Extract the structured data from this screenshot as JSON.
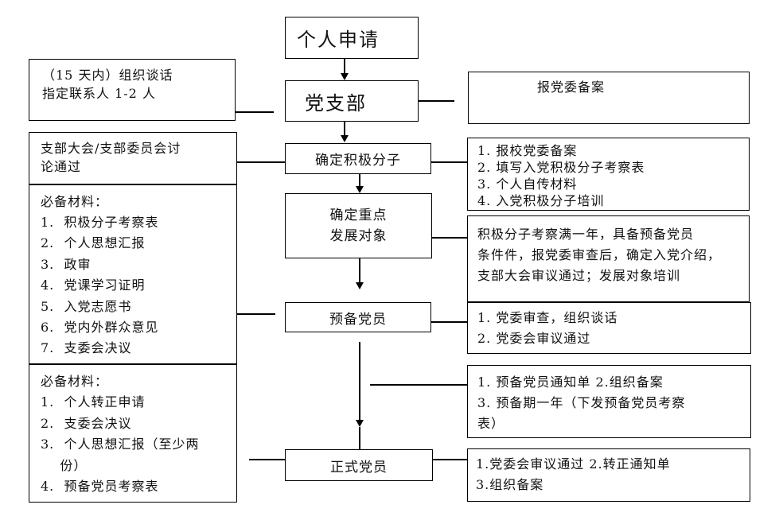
{
  "flow": {
    "apply": "个人申请",
    "branch": "党支部",
    "activist": "确定积极分子",
    "key_target_line1": "确定重点",
    "key_target_line2": "发展对象",
    "probationary": "预备党员",
    "full_member": "正式党员"
  },
  "left": {
    "talk": {
      "line1": "（15 天内）组织谈话",
      "line2": "指定联系人 1-2 人"
    },
    "discuss": {
      "line1": "支部大会/支部委员会讨",
      "line2": "论通过"
    },
    "materials_a": {
      "title": "必备材料：",
      "items": [
        "1.  积极分子考察表",
        "2.  个人思想汇报",
        "3.  政审",
        "4.  党课学习证明",
        "5.  入党志愿书",
        "6.  党内外群众意见",
        "7.  支委会决议"
      ]
    },
    "materials_b": {
      "title": "必备材料：",
      "items": [
        "1.  个人转正申请",
        "2.  支委会决议",
        "3.  个人思想汇报（至少两",
        "    份）",
        "4.  预备党员考察表"
      ]
    }
  },
  "right": {
    "record": "报党委备案",
    "activist_steps": [
      "1.  报校党委备案",
      "2.  填写入党积极分子考察表",
      "3.  个人自传材料",
      "4.  入党积极分子培训"
    ],
    "key_target_desc": [
      "积极分子考察满一年，具备预备党员",
      "条件件，报党委审查后，确定入党介绍，",
      "支部大会审议通过；发展对象培训"
    ],
    "probationary_steps": [
      "1.  党委审查，组织谈话",
      "2.  党委会审议通过"
    ],
    "probation_period": [
      "1.  预备党员通知单 2.组织备案",
      "3.  预备期一年（下发预备党员考察",
      "表）"
    ],
    "full_member_steps": [
      "1.党委会审议通过 2.转正通知单",
      "3.组织备案"
    ]
  }
}
